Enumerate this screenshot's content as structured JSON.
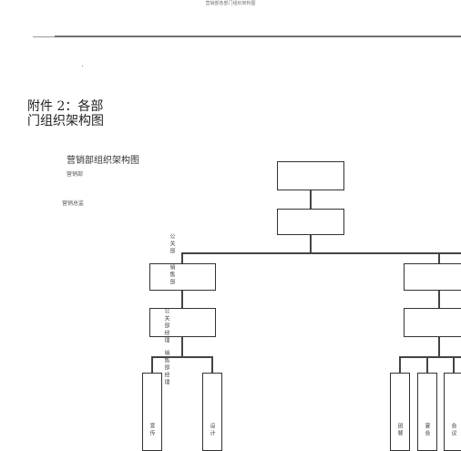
{
  "header": {
    "title": "营销部各部门组织架构图"
  },
  "attachment": {
    "heading": "附件 2：各部门组织架构图"
  },
  "chart": {
    "title": "营销部组织架构图",
    "left_labels": [
      "营销部",
      "营销总监"
    ],
    "pr_dept": "公关部",
    "sales_dept": "销售部",
    "pr_manager": "公关部经理",
    "sales_manager": "销售部经理",
    "leaves_left": [
      "宣传",
      "设计"
    ],
    "leaves_right": [
      "团餐",
      "宴会",
      "会议"
    ]
  }
}
